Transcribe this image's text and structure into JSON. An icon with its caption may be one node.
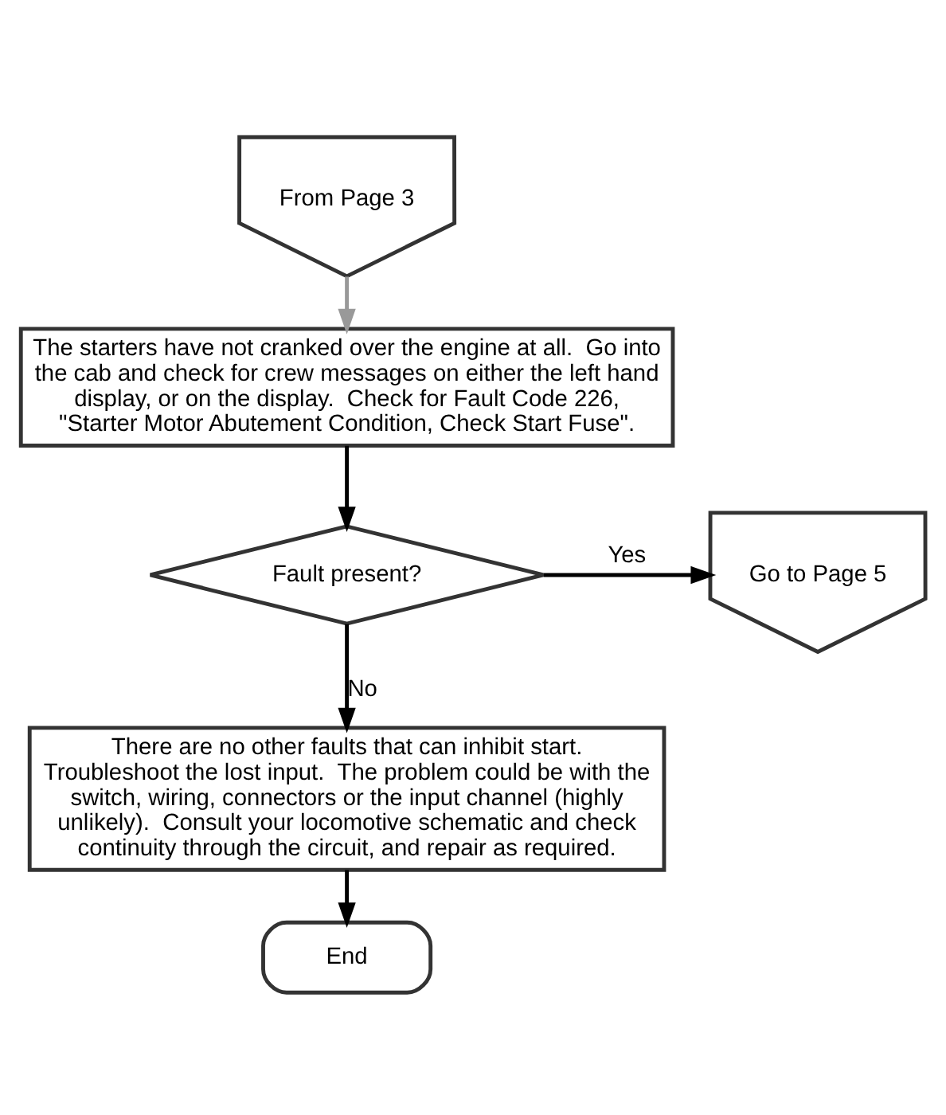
{
  "diagram": {
    "nodes": [
      {
        "text": [
          "From Page 3"
        ]
      },
      {
        "text": [
          "The starters have not cranked over the engine at all.  Go into the cab and check for crew messages on either the left hand display, or on the display.  Check for Fault Code 226, \"Starter Motor Abutement Condition, Check Start Fuse\"."
        ]
      },
      {
        "text": [
          "Fault present?"
        ]
      },
      {
        "text": [
          "Go to Page 5"
        ]
      },
      {
        "text": [
          "There are no other faults that can inhibit start.  Troubleshoot the lost input.  The problem could be with the switch, wiring, connectors or the input channel (highly unlikely).  Consult your locomotive schematic and check continuity through the circuit, and repair as required."
        ]
      },
      {
        "text": [
          "End"
        ]
      }
    ],
    "edges": [
      {
        "from": 0,
        "to": 1,
        "arrow": "to",
        "color": "#999999"
      },
      {
        "from": 1,
        "to": 2,
        "arrow": "to"
      },
      {
        "from": 2,
        "to": 3,
        "arrow": "to",
        "label": "Yes"
      },
      {
        "from": 2,
        "to": 4,
        "arrow": "to",
        "label": "No"
      },
      {
        "from": 4,
        "to": 5,
        "arrow": "to"
      }
    ]
  }
}
